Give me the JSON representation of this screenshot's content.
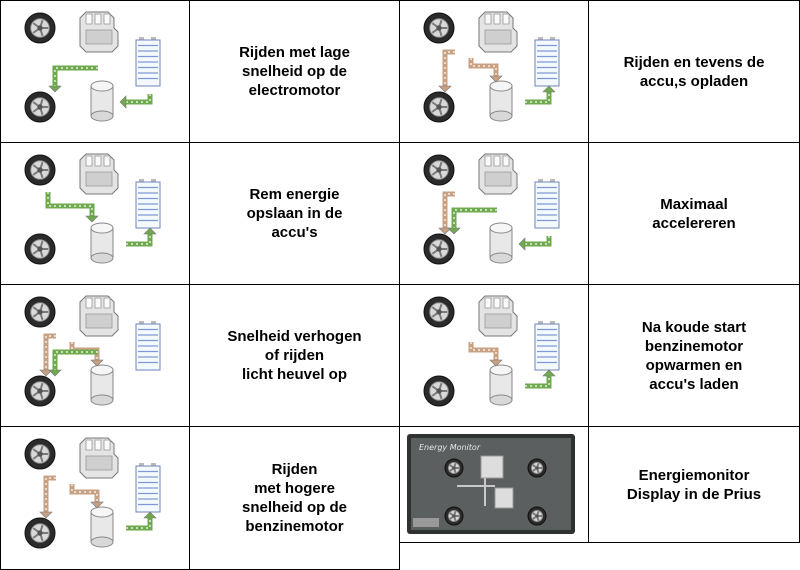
{
  "icons": {
    "wheel": "wheel-icon",
    "engine": "engine-icon",
    "motor": "electric-motor-icon",
    "battery": "battery-icon"
  },
  "colors": {
    "gas_flow": "#c8a183",
    "electric_flow": "#6faa4f",
    "flow_arrowhead": "#ffffff",
    "monitor_bg": "#5b5f60",
    "monitor_frame": "#2e3230"
  },
  "modes": [
    {
      "label": "Rijden met lage\nsnelheid op de\nelectromotor",
      "flows": [
        "motor_to_wheel",
        "battery_to_motor"
      ]
    },
    {
      "label": "Rijden en tevens de\naccu,s opladen",
      "flows": [
        "engine_to_wheel",
        "engine_to_motor",
        "motor_to_battery"
      ]
    },
    {
      "label": "Rem energie\nopslaan in de\naccu's",
      "flows": [
        "wheel_to_motor",
        "motor_to_battery"
      ]
    },
    {
      "label": "Maximaal\naccelereren",
      "flows": [
        "engine_to_wheel",
        "motor_to_wheel",
        "battery_to_motor"
      ]
    },
    {
      "label": "Snelheid verhogen\nof rijden\nlicht heuvel op",
      "flows": [
        "engine_to_wheel",
        "engine_to_motor",
        "motor_to_wheel"
      ]
    },
    {
      "label": "Na koude start\nbenzinemotor\nopwarmen en\naccu's laden",
      "flows": [
        "engine_to_motor",
        "motor_to_battery"
      ]
    },
    {
      "label": "Rijden\nmet hogere\nsnelheid op de\nbenzinemotor",
      "flows": [
        "engine_to_wheel",
        "engine_to_motor",
        "motor_to_battery"
      ]
    },
    {
      "label": "Energiemonitor\nDisplay in de Prius",
      "monitor": true
    }
  ],
  "monitor": {
    "title": "Energy Monitor"
  }
}
